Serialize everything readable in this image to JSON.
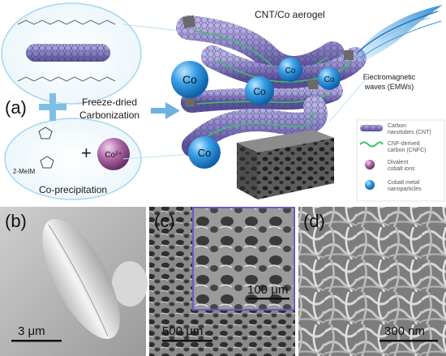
{
  "panel_a": {
    "label": "(a)",
    "title": "CNT/Co aerogel",
    "emw_line1": "Electromagnetic",
    "emw_line2": "waves (EMWs)",
    "process_line1": "Freeze-dried",
    "process_line2": "Carbonization",
    "coprecip": "Co-precipitation",
    "ligand": "2-MeIM",
    "ion": "Co²⁺",
    "particle_label": "Co",
    "legend": [
      {
        "line1": "Carbon",
        "line2": "nanotubes (CNT)"
      },
      {
        "line1": "CNF-derived",
        "line2": "carbon (CNFC)"
      },
      {
        "line1": "Divalent",
        "line2": "cobalt ions"
      },
      {
        "line1": "Cobalt metal",
        "line2": "nanoparticles"
      }
    ]
  },
  "panel_b": {
    "label": "(b)",
    "scale": "3 μm"
  },
  "panel_c": {
    "label": "(c)",
    "scale_main": "500 μm",
    "scale_inset": "100 μm"
  },
  "panel_d": {
    "label": "(d)",
    "scale": "300 nm"
  },
  "colors": {
    "tube": "#8e86c8",
    "tube_dark": "#6a60aa",
    "cnfc": "#3fbf6a",
    "co_particle": "#2b8fd8",
    "co_ion": "#a05c9a",
    "accent": "#5aaad8",
    "inset_border": "#6a5ac4"
  }
}
